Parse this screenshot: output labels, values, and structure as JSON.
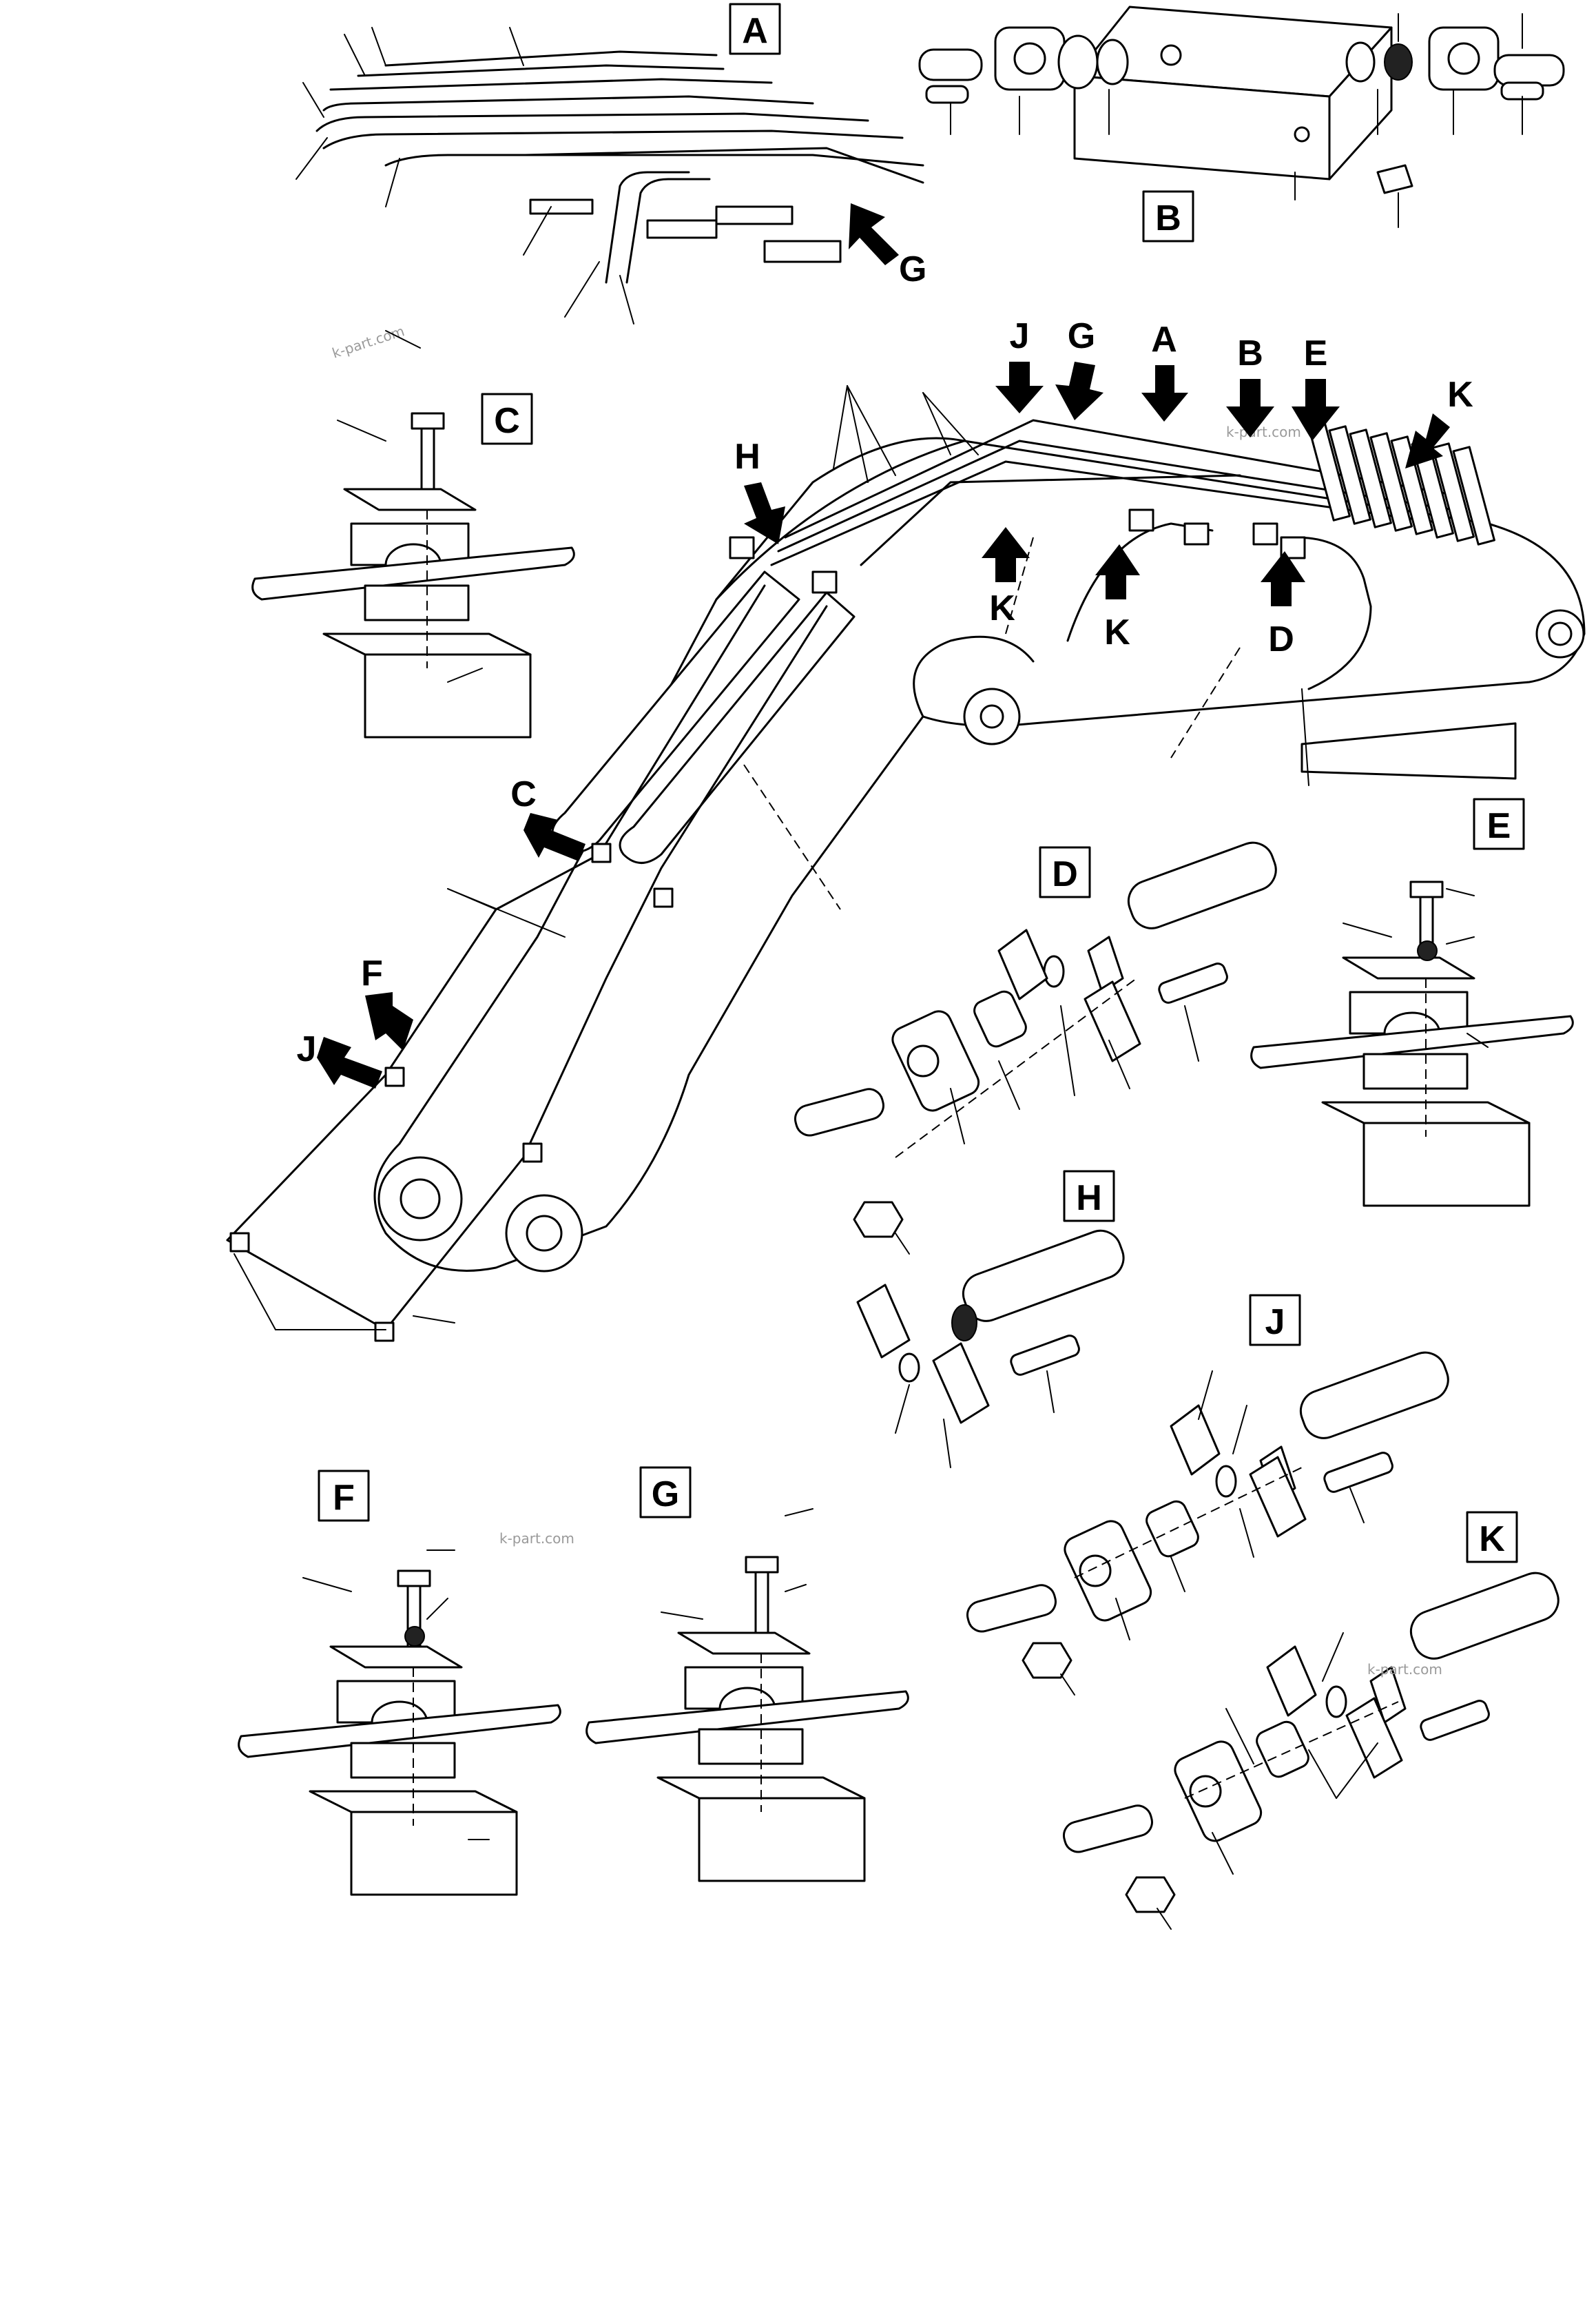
{
  "watermark": "k-part.com",
  "detail_boxes": [
    "A",
    "B",
    "C",
    "D",
    "E",
    "F",
    "G",
    "H",
    "J",
    "K"
  ],
  "arrow_labels": {
    "main_J": "J",
    "main_G": "G",
    "main_A": "A",
    "main_B": "B",
    "main_E": "E",
    "main_K1": "K",
    "main_H": "H",
    "main_K2": "K",
    "main_K3": "K",
    "main_D": "D",
    "main_C": "C",
    "main_F": "F",
    "main_J2": "J",
    "detailA_G": "G"
  },
  "icons": {
    "callout_arrow": "black-arrow-icon",
    "detail_label": "boxed-letter"
  },
  "colors": {
    "ink": "#000000",
    "paper": "#ffffff",
    "watermark": "#9a9a9a"
  }
}
